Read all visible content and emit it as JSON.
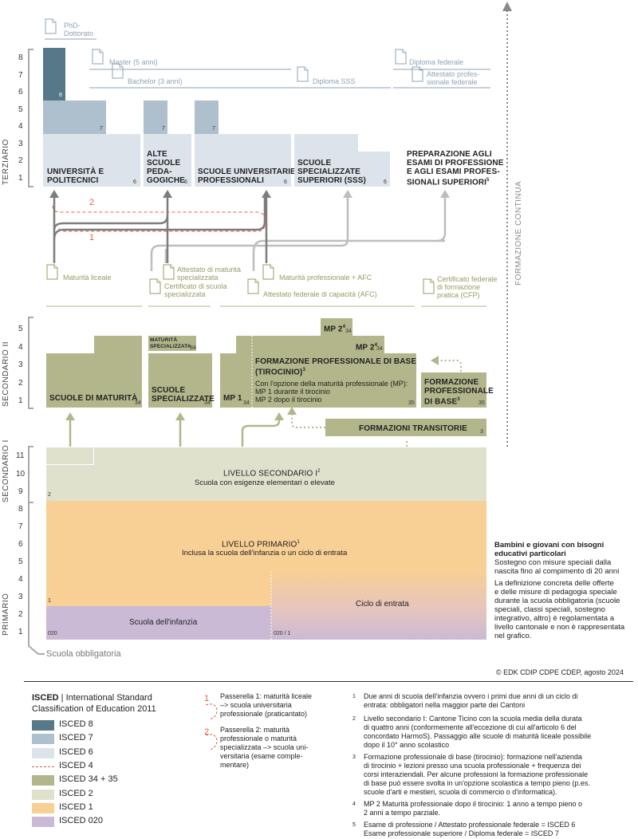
{
  "axis_labels": {
    "terziario": "TERZIARIO",
    "secondario2": "SECONDARIO II",
    "secondario1": "SECONDARIO I",
    "primario": "PRIMARIO",
    "formazione_continua": "FORMAZIONE CONTINUA",
    "scuola_obbligatoria": "Scuola obbligatoria"
  },
  "year_ticks": {
    "terziario": [
      "8",
      "7",
      "6",
      "5",
      "4",
      "3",
      "2",
      "1"
    ],
    "sec2": [
      "5",
      "4",
      "3",
      "2",
      "1"
    ],
    "sec1": [
      "11",
      "10",
      "9"
    ],
    "primario": [
      "8",
      "7",
      "6",
      "5",
      "4",
      "3",
      "2",
      "1"
    ]
  },
  "certificates": {
    "phd": "PhD-\nDottorato",
    "master": "Master (5 anni)",
    "bachelor": "Bachelor (3 anni)",
    "diploma_sss": "Diploma SSS",
    "diploma_federale": "Diploma federale",
    "attestato_prof": "Attestato profes-\nsionale federale",
    "maturita_liceale": "Maturità liceale",
    "attestato_maturita": "Attestato di maturità\nspecializzata",
    "certificato_scuola": "Certificato di scuola\nspecializzata",
    "maturita_prof": "Maturità professionale + AFC",
    "attestato_afc": "Attestato federale di capacità (AFC)",
    "certificato_cfp": "Certificato federale\ndi formazione\npratica (CFP)"
  },
  "tertiary": {
    "uni": "UNIVERSITÀ E\nPOLITECNICI",
    "alte": "ALTE\nSCUOLE\nPEDA-\nGOGICHE",
    "sup": "SCUOLE UNIVERSITARIE\nPROFESSIONALI",
    "sss": "SCUOLE\nSPECIALIZZATE\nSUPERIORI (SSS)",
    "prep": "PREPARAZIONE AGLI\nESAMI DI PROFESSIONE\nE AGLI ESAMI PROFES-\nSIONALI SUPERIORI",
    "prep_sup": "5",
    "codes": {
      "c8": "8",
      "c7": "7",
      "c6": "6"
    }
  },
  "passerelle": {
    "p1": "1",
    "p2": "2"
  },
  "sec2": {
    "maturita": "SCUOLE DI MATURITÀ",
    "specializzate": "SCUOLE\nSPECIALIZZATE",
    "mat_spec": "MATURITÀ\nSPECIALIZZATA",
    "mp1": "MP 1",
    "mp2a": "MP 2",
    "mp2b": "MP 2",
    "mp_sup": "4",
    "fpb_title": "FORMAZIONE PROFESSIONALE DI BASE\n(TIROCINIO)",
    "fpb_sup": "3",
    "fpb_text": "Con l'opzione della maturità professionale (MP):\nMP 1 durante il tirocinio\nMP 2 dopo il tirocinio",
    "fpb2": "FORMAZIONE\nPROFESSIONALE\nDI BASE",
    "transitorie": "FORMAZIONI TRANSITORIE",
    "code34": "34",
    "code35": "35",
    "code3": "3"
  },
  "sec1": {
    "title": "LIVELLO SECONDARIO I",
    "sup": "2",
    "sub": "Scuola con esigenze elementari o elevate",
    "code": "2"
  },
  "prim": {
    "title": "LIVELLO PRIMARIO",
    "sup": "1",
    "sub": "Inclusa la scuola dell'infanzia o un ciclo di entrata",
    "code": "1",
    "infanzia": "Scuola dell'infanzia",
    "ciclo": "Ciclo di entrata",
    "code020": "020",
    "code0201": "020 / 1"
  },
  "special": {
    "title": "Bambini e giovani con bisogni\neducativi particolari",
    "p1": "Sostegno con misure speciali dalla\nnascita fino al compimento di 20 anni",
    "p2": "La definizione concreta delle offerte\ne delle misure di pedagogia speciale\ndurante la scuola obbligatoria (scuole\nspeciali, classi speciali, sostegno\nintegrativo, altro) è regolamentata a\nlivello cantonale e non è rappresentata\nnel grafico."
  },
  "copyright": "© EDK CDIP CDPE CDEP, agosto 2024",
  "legend": {
    "title_bold": "ISCED",
    "title_rest": " | International Standard\nClassification of Education 2011",
    "items": [
      "ISCED 8",
      "ISCED 7",
      "ISCED 6",
      "ISCED 4",
      "ISCED 34 + 35",
      "ISCED 2",
      "ISCED 1",
      "ISCED 020"
    ]
  },
  "passerella_legend": {
    "n1": "1",
    "t1": "Passerella 1:  maturità liceale\n–> scuola universitaria\nprofessionale (praticantato)",
    "n2": "2",
    "t2": "Passerella 2:  maturità\nprofessionale o maturità\nspecializzata –> scuola uni-\nversitaria (esame comple-\nmentare)"
  },
  "footnotes": [
    {
      "n": "1",
      "t": "Due anni di scuola dell'infanzia ovvero i primi due anni di un ciclo di\nentrata: obbligatori nella maggior parte dei Cantoni"
    },
    {
      "n": "2",
      "t": "Livello secondario I: Cantone Ticino con la scuola media della durata\ndi quattro anni (conformemente all'eccezione di cui all'articolo 6 del\nconcordato HarmoS). Passaggio alle scuole di maturità liceale possibile\ndopo il 10° anno scolastico"
    },
    {
      "n": "3",
      "t": "Formazione professionale di base (tirocinio): formazione nell'azienda\ndi tirocinio + lezioni presso una scuola professionale + frequenza dei\ncorsi interaziendali. Per alcune professioni la formazione professionale\ndi base può essere svolta in un'opzione scolastica a tempo pieno (p.es.\nscuole d'arti e mestieri, scuola di commercio o d'informatica)."
    },
    {
      "n": "4",
      "t": "MP 2 Maturità professionale dopo il tirocinio: 1 anno a tempo pieno o\n2 anni a tempo parziale."
    },
    {
      "n": "5",
      "t": "Esame di professione / Attestato professionale federale = ISCED 6\nEsame professionale superiore / Diploma federale = ISCED 7"
    }
  ],
  "colors": {
    "isced8": "#577888",
    "isced7": "#aebfcd",
    "isced6": "#dde3ea",
    "isced4": "#e0604a",
    "isced34": "#b3b68b",
    "isced2": "#dfe1cd",
    "isced1": "#f8cf94",
    "isced020": "#cbbad6"
  }
}
